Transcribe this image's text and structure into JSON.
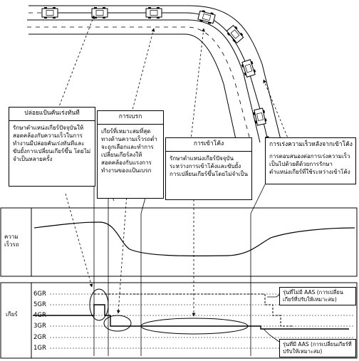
{
  "row_labels": {
    "speed_line1": "ความ",
    "speed_line2": "เร็วรถ",
    "gear": "เกียร์"
  },
  "gears": [
    "6GR",
    "5GR",
    "4GR",
    "3GR",
    "2GR",
    "1GR"
  ],
  "callouts": {
    "release": {
      "title": "ปล่อยแป้นคันเร่งทันที",
      "body": "รักษาตำแหน่งเกียร์ปัจจุบันให้สอดคล้องกับความเร็วในการทำงานมีปล่อยคันเร่งทันทีและขับยั้งการเปลี่ยนเกียร์ขึ้น โดยไม่จำเป็นหลายครั้ง"
    },
    "brake": {
      "title": "การเบรก",
      "body": "เกียร์ที่เหมาะสมที่สุดทางด้านความเร็วรถต่ำจะถูกเลือกและทำการเปลี่ยนเกียร์ลงให้สอดคล้องกับแรงการทำงานของแป้นเบรก"
    },
    "corner": {
      "title": "การเข้าโค้ง",
      "body": "รักษาตำแหน่งเกียร์ปัจจุบันระหว่างการเข้าโค้งและขับยั้งการเปลี่ยนเกียร์ขึ้นโดยไม่จำเป็น"
    },
    "accel": {
      "title": "การเร่งความเร็วหลังจากเข้าโค้ง",
      "body": "การตอบสนองต่อการเร่งความเร็วเป็นไปด้วยดีด้วยการรักษาตำแหน่งเกียร์ที่ใช้ระหว่างเข้าโค้ง"
    }
  },
  "notes": {
    "no_aas": "รุ่นที่ไม่มี AAS (การเปลี่ยนเกียร์ที่ปรับให้เหมาะสม)",
    "with_aas": "รุ่นที่มี AAS (การเปลี่ยนเกียร์ที่ปรับให้เหมาะสม)"
  }
}
